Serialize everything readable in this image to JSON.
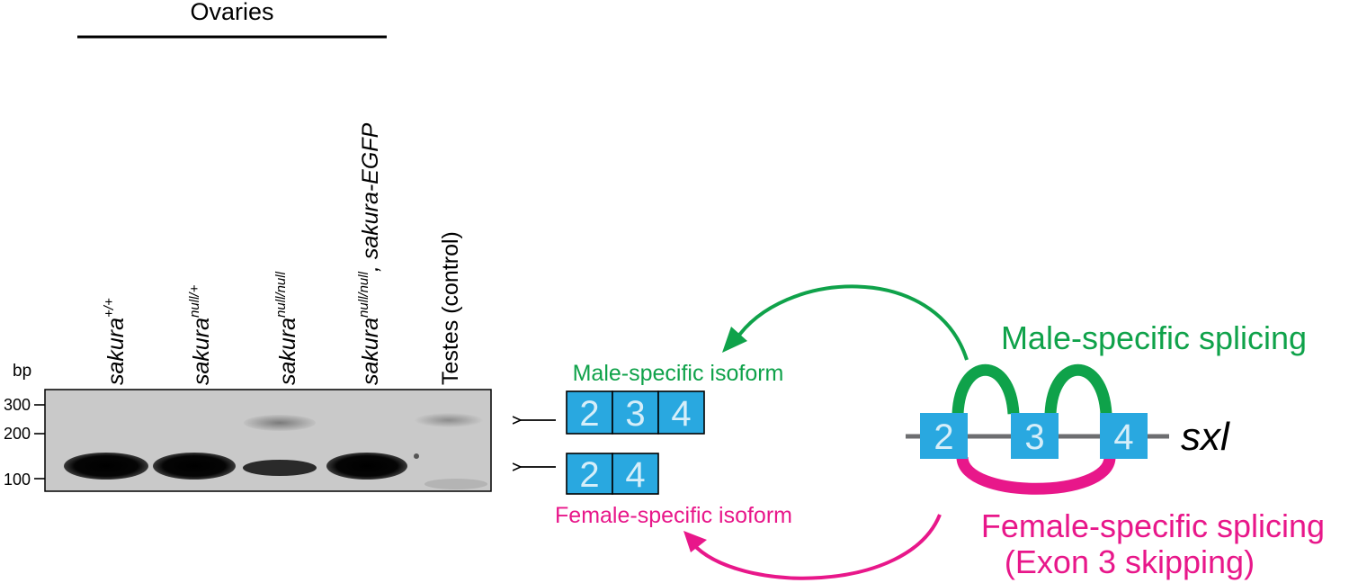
{
  "header": {
    "group_label": "Ovaries"
  },
  "gel": {
    "bp_label": "bp",
    "markers": [
      "300",
      "200",
      "100"
    ],
    "lanes": [
      {
        "base": "sakura",
        "sup": "+/+",
        "suffix": ""
      },
      {
        "base": "sakura",
        "sup": "null/+",
        "suffix": ""
      },
      {
        "base": "sakura",
        "sup": "null/null",
        "suffix": ""
      },
      {
        "base": "sakura",
        "sup": "null/null",
        "suffix": ", sakura-EGFP"
      },
      {
        "base": "Testes (control)",
        "sup": "",
        "suffix": ""
      }
    ]
  },
  "isoforms": {
    "male_label": "Male-specific isoform",
    "male_exons": [
      "2",
      "3",
      "4"
    ],
    "female_label": "Female-specific isoform",
    "female_exons": [
      "2",
      "4"
    ]
  },
  "gene": {
    "name": "sxl",
    "exons": [
      "2",
      "3",
      "4"
    ],
    "male_splicing": "Male-specific splicing",
    "female_splicing_line1": "Female-specific splicing",
    "female_splicing_line2": "(Exon 3 skipping)"
  },
  "colors": {
    "male": "#0fa24a",
    "female": "#e8178a",
    "exon_fill": "#29a8e0",
    "exon_text": "#d6eef9",
    "backbone": "#6d6e70"
  }
}
